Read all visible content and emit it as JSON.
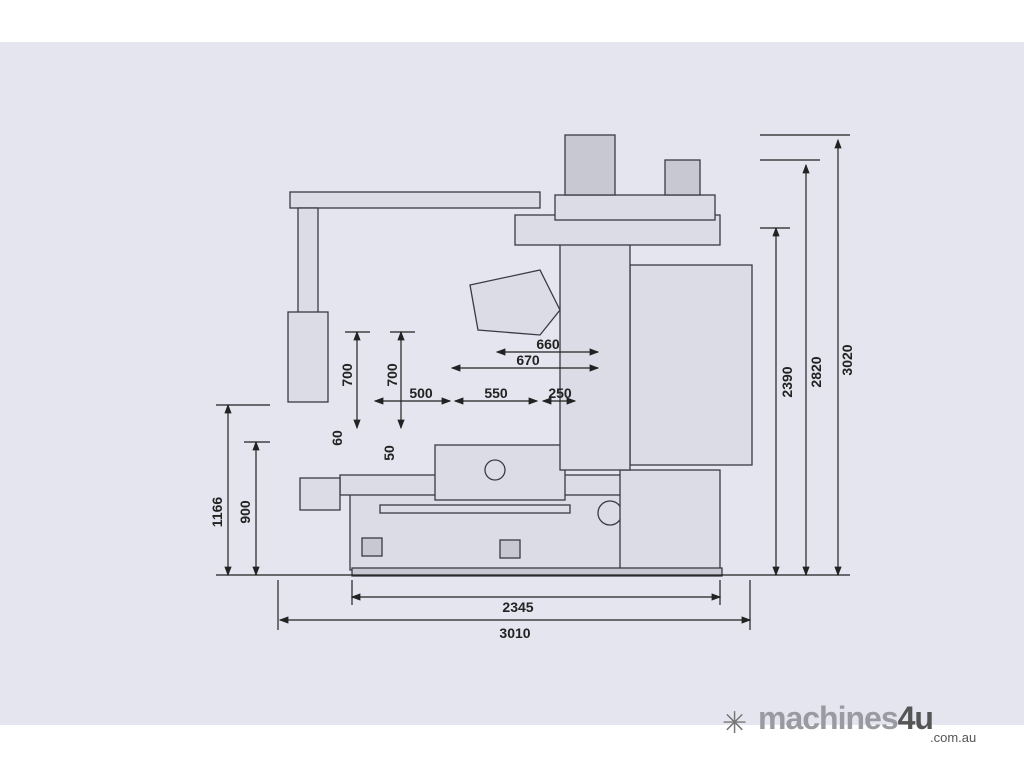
{
  "dimensions": {
    "overall_height": "3020",
    "height_2820": "2820",
    "height_2390": "2390",
    "table_height": "1166",
    "base_height": "900",
    "base_length": "2345",
    "overall_length": "3010",
    "head_travel_660": "660",
    "head_travel_670": "670",
    "x_500": "500",
    "x_550": "550",
    "x_250": "250",
    "vertical_700_a": "700",
    "vertical_700_b": "700",
    "offset_60": "60",
    "offset_50": "50"
  },
  "logo": {
    "brand_main": "machines",
    "brand_num": "4u",
    "domain": ".com.au"
  }
}
